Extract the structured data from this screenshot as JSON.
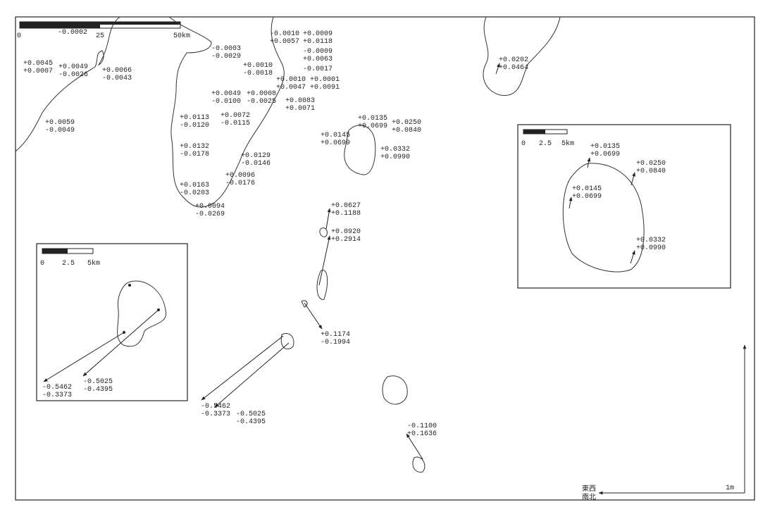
{
  "main_scale": {
    "ticks": [
      "0",
      "25",
      "50km"
    ]
  },
  "inset_scale": {
    "ticks": [
      "0",
      "2.5",
      "5km"
    ]
  },
  "legend": {
    "line1": "東西",
    "line2": "南北",
    "unit": "1m"
  },
  "main_labels": [
    [
      "-0.0002",
      ""
    ],
    [
      "+0.0045",
      "+0.0007"
    ],
    [
      "+0.0049",
      "-0.0026"
    ],
    [
      "+0.0066",
      "-0.0043"
    ],
    [
      "+0.0059",
      "-0.0049"
    ],
    [
      "-0.0003",
      "-0.0029"
    ],
    [
      "+0.0010",
      "-0.0018"
    ],
    [
      "-0.0010",
      "+0.0057"
    ],
    [
      "+0.0009",
      "+0.0118"
    ],
    [
      "-0.0009",
      "+0.0063"
    ],
    [
      "-0.0017",
      ""
    ],
    [
      "+0.0010",
      "+0.0047"
    ],
    [
      "+0.0001",
      "+0.0091"
    ],
    [
      "+0.0049",
      "-0.0100"
    ],
    [
      "+0.0008",
      "-0.0025"
    ],
    [
      "+0.0083",
      "+0.0071"
    ],
    [
      "+0.0072",
      "-0.0115"
    ],
    [
      "+0.0113",
      "-0.0120"
    ],
    [
      "+0.0132",
      "-0.0178"
    ],
    [
      "+0.0129",
      "-0.0146"
    ],
    [
      "+0.0096",
      "-0.0176"
    ],
    [
      "+0.0163",
      "-0.0203"
    ],
    [
      "+0.0094",
      "-0.0269"
    ],
    [
      "+0.0135",
      "+0.0699"
    ],
    [
      "+0.0250",
      "+0.0840"
    ],
    [
      "+0.0145",
      "+0.0699"
    ],
    [
      "+0.0332",
      "+0.0990"
    ],
    [
      "+0.0627",
      "+0.1188"
    ],
    [
      "+0.0920",
      "+0.2914"
    ],
    [
      "+0.1174",
      "-0.1994"
    ],
    [
      "-0.5462",
      "-0.3373"
    ],
    [
      "-0.5025",
      "-0.4395"
    ],
    [
      "-0.1100",
      "+0.1636"
    ],
    [
      "+0.0202",
      "+0.0464"
    ]
  ],
  "right_inset_labels": [
    [
      "+0.0135",
      "+0.0699"
    ],
    [
      "+0.0250",
      "+0.0840"
    ],
    [
      "+0.0145",
      "+0.0699"
    ],
    [
      "+0.0332",
      "+0.0990"
    ]
  ],
  "left_inset_labels": [
    [
      "-0.5462",
      "-0.3373"
    ],
    [
      "-0.5025",
      "-0.4395"
    ]
  ]
}
